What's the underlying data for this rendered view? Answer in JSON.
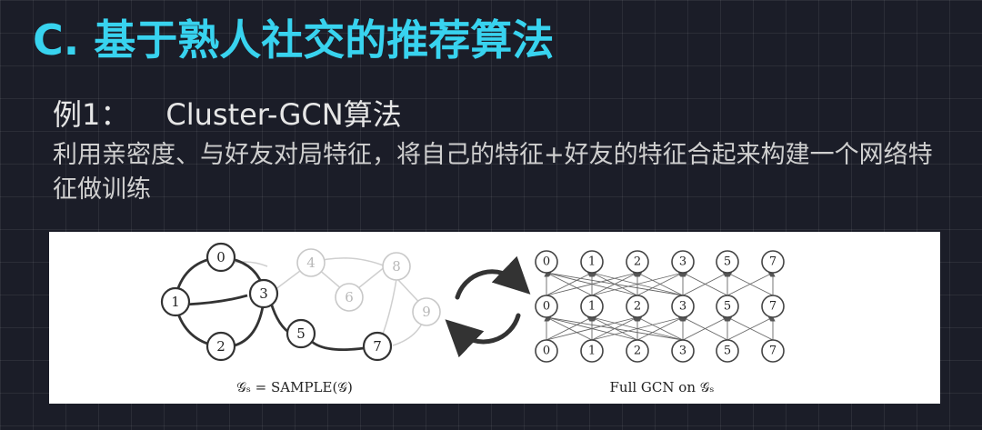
{
  "slide": {
    "title": "C. 基于熟人社交的推荐算法",
    "example_label": "例1：",
    "example_name": "Cluster-GCN算法",
    "description": "利用亲密度、与好友对局特征，将自己的特征+好友的特征合起来构建一个网络特征做训练"
  },
  "figure": {
    "left_caption": "𝒢ₛ = SAMPLE(𝒢)",
    "right_caption": "Full GCN on 𝒢ₛ",
    "cluster_nodes": [
      "0",
      "1",
      "2",
      "3",
      "5",
      "7"
    ],
    "faded_nodes": [
      "4",
      "6",
      "8",
      "9"
    ],
    "gcn_layer_nodes": [
      "0",
      "1",
      "2",
      "3",
      "5",
      "7"
    ],
    "gcn_layer_count": 3
  }
}
